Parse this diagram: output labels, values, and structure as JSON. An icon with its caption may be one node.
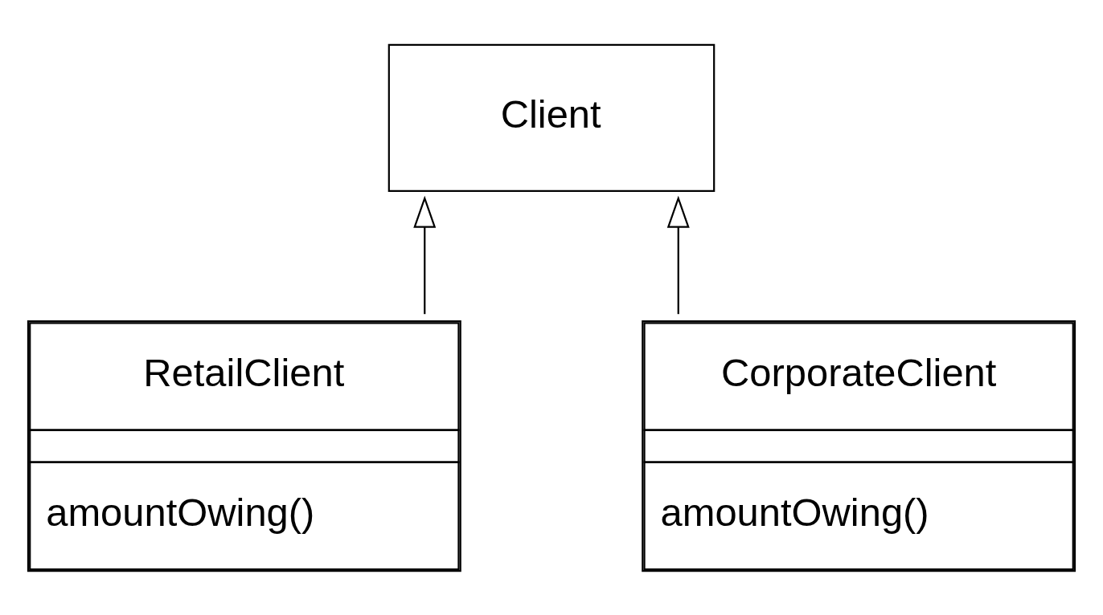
{
  "diagram": {
    "nodes": [
      {
        "text": [
          "Client"
        ]
      },
      {
        "text": [
          "RetailClient",
          "amountOwing()"
        ]
      },
      {
        "text": [
          "CorporateClient",
          "amountOwing()"
        ]
      }
    ],
    "edges": [
      {
        "from": 1,
        "to": 0,
        "arrow": "to"
      },
      {
        "from": 2,
        "to": 0,
        "arrow": "to"
      }
    ]
  }
}
